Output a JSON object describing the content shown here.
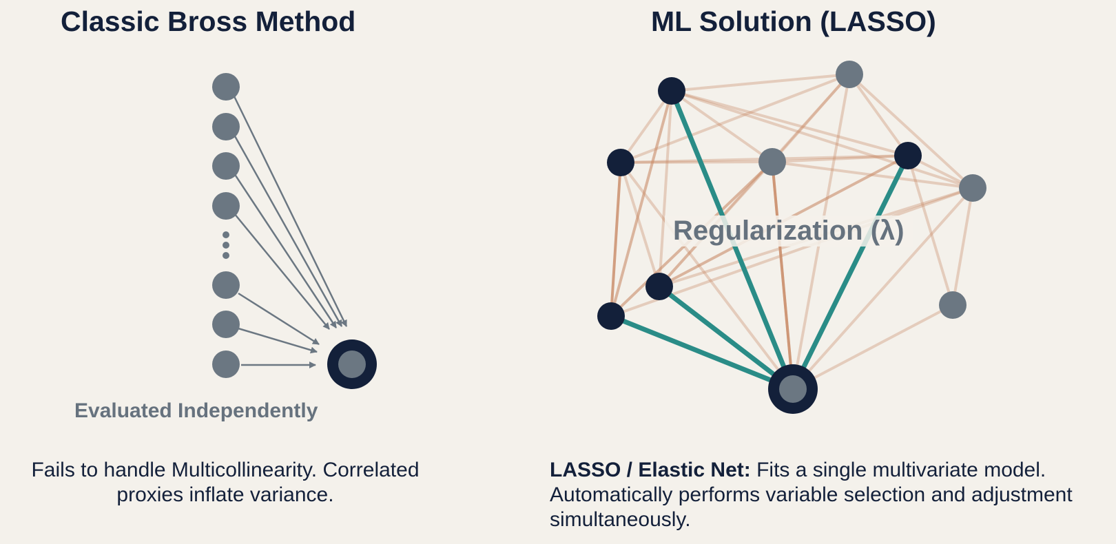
{
  "left_panel": {
    "title": "Classic Bross Method",
    "label": "Evaluated Independently",
    "caption": "Fails to handle Multicollinearity. Correlated proxies inflate variance.",
    "predictor_count_shown": 7,
    "ellipsis": true
  },
  "right_panel": {
    "title": "ML Solution (LASSO)",
    "overlay_label": "Regularization (λ)",
    "caption_bold": "LASSO / Elastic Net:",
    "caption_rest": " Fits a single multivariate model. Automatically performs variable selection and adjustment simultaneously.",
    "selected_count": 5,
    "dropped_count": 4
  },
  "colors": {
    "background": "#f4f1eb",
    "navy": "#13203a",
    "gray_node": "#6b7782",
    "teal_selected": "#2a8c87",
    "copper_correlation": "#c98a66"
  }
}
